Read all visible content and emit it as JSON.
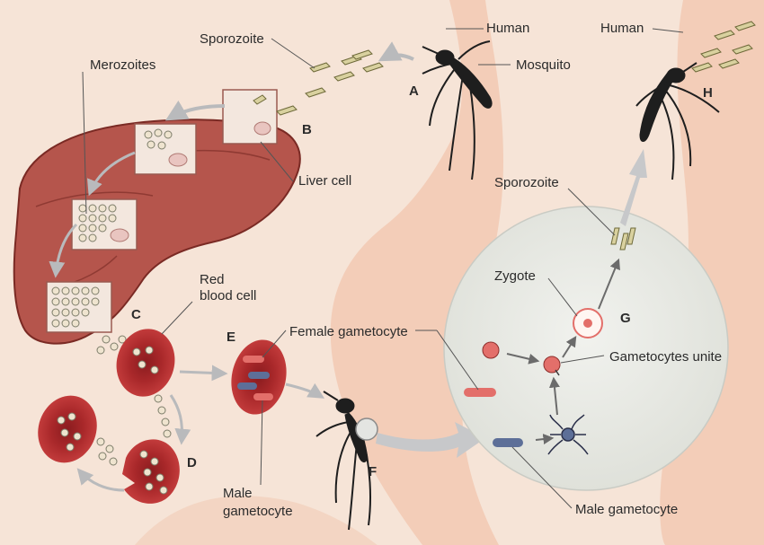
{
  "labels": {
    "human_left": "Human",
    "human_right": "Human",
    "mosquito": "Mosquito",
    "sporozoite_top": "Sporozoite",
    "merozoites": "Merozoites",
    "liver_cell": "Liver cell",
    "red_blood_cell_line1": "Red",
    "red_blood_cell_line2": "blood cell",
    "female_gametocyte": "Female gametocyte",
    "male_gametocyte_left_line1": "Male",
    "male_gametocyte_left_line2": "gametocyte",
    "sporozoite_gut": "Sporozoite",
    "zygote": "Zygote",
    "gametocytes_unite": "Gametocytes unite",
    "male_gametocyte_right": "Male gametocyte"
  },
  "stages": {
    "a": "A",
    "b": "B",
    "c": "C",
    "d": "D",
    "e": "E",
    "f": "F",
    "g": "G",
    "h": "H"
  },
  "colors": {
    "background": "#f6e4d7",
    "skin": "#f4d2bf",
    "liver": "#b5554c",
    "liver_dark": "#7a2a24",
    "cell": "#f3e7de",
    "rbc": "#a9282a",
    "gut": "#e9ebe5",
    "arrow": "#bfc0c2",
    "female": "#e36f6a",
    "male": "#5d6f98",
    "mosquito": "#1e1e1e"
  }
}
